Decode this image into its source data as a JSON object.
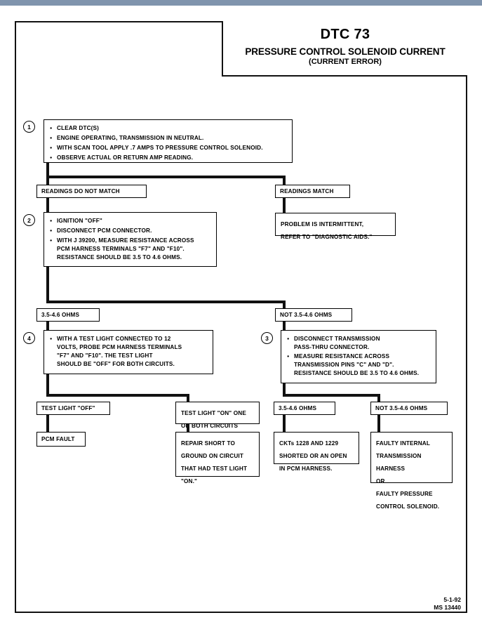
{
  "document": {
    "title_code": "DTC 73",
    "title_main": "PRESSURE CONTROL SOLENOID CURRENT",
    "title_sub": "(CURRENT ERROR)",
    "footer_date": "5-1-92",
    "footer_code": "MS 13440"
  },
  "steps": {
    "step1": {
      "number": "1",
      "bullets": [
        "CLEAR DTC(S)",
        "ENGINE OPERATING, TRANSMISSION IN NEUTRAL.",
        "WITH SCAN TOOL APPLY .7 AMPS TO PRESSURE CONTROL SOLENOID.",
        "OBSERVE ACTUAL OR RETURN AMP READING."
      ]
    },
    "step2": {
      "number": "2",
      "bullets": [
        "IGNITION \"OFF\"",
        "DISCONNECT PCM CONNECTOR.",
        "WITH J 39200, MEASURE RESISTANCE ACROSS\nPCM HARNESS TERMINALS \"F7\" AND \"F10\".\nRESISTANCE SHOULD BE 3.5 TO 4.6 OHMS."
      ]
    },
    "step3": {
      "number": "3",
      "bullets": [
        "DISCONNECT TRANSMISSION\nPASS-THRU CONNECTOR.",
        "MEASURE RESISTANCE ACROSS\nTRANSMISSION PINS \"C\" AND \"D\".\nRESISTANCE SHOULD BE 3.5 TO 4.6 OHMS."
      ]
    },
    "step4": {
      "number": "4",
      "bullets": [
        "WITH A TEST LIGHT CONNECTED TO 12\nVOLTS, PROBE PCM HARNESS TERMINALS\n\"F7\" AND \"F10\".  THE TEST LIGHT\nSHOULD BE \"OFF\" FOR BOTH CIRCUITS."
      ]
    }
  },
  "labels": {
    "readings_do_not_match": "READINGS DO NOT MATCH",
    "readings_match": "READINGS MATCH",
    "ohms_in_range_1": "3.5-4.6 OHMS",
    "ohms_out_range_1": "NOT 3.5-4.6 OHMS",
    "test_light_off": "TEST LIGHT \"OFF\"",
    "test_light_on": "TEST LIGHT \"ON\" ONE\nOR BOTH CIRCUITS",
    "ohms_in_range_2": "3.5-4.6 OHMS",
    "ohms_out_range_2": "NOT 3.5-4.6 OHMS"
  },
  "outcomes": {
    "intermittent": "PROBLEM IS INTERMITTENT,\nREFER TO \"DIAGNOSTIC AIDS.\"",
    "pcm_fault": "PCM FAULT",
    "repair_short": "REPAIR SHORT TO\nGROUND ON CIRCUIT\nTHAT HAD TEST LIGHT\n\"ON.\"",
    "ckt_shorted": "CKTs 1228 AND 1229\nSHORTED OR AN OPEN\nIN PCM HARNESS.",
    "faulty_harness": "FAULTY INTERNAL\nTRANSMISSION HARNESS\nOR\nFAULTY PRESSURE\nCONTROL SOLENOID."
  }
}
